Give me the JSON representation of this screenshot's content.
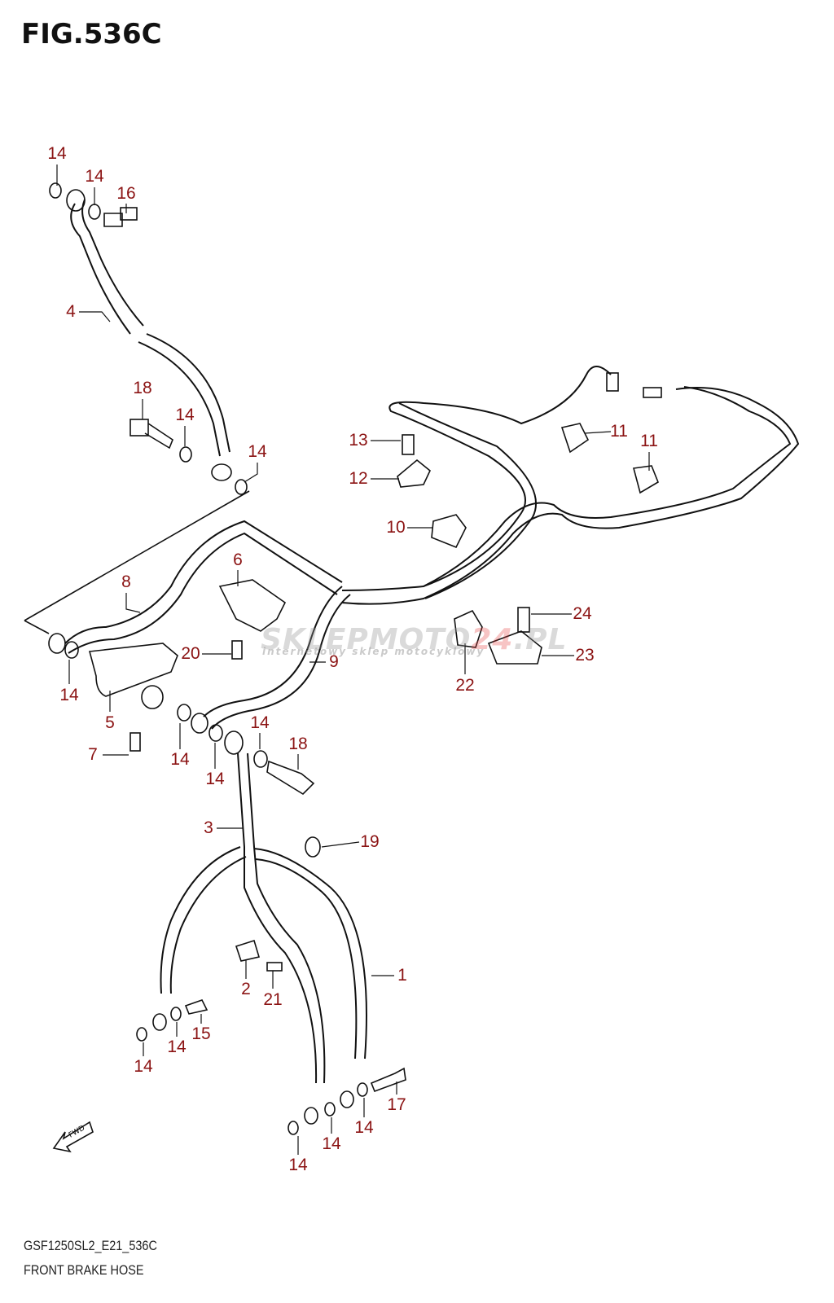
{
  "title": "FIG.536C",
  "footer": {
    "model_code": "GSF1250SL2_E21_536C",
    "caption": "FRONT BRAKE HOSE"
  },
  "watermark": {
    "logo_text": "SKLEPMOTO24.PL",
    "tagline": "internetowy sklep motocyklowy"
  },
  "fwd_label": "FWD",
  "callouts": [
    "14",
    "14",
    "16",
    "4",
    "18",
    "14",
    "14",
    "13",
    "12",
    "11",
    "11",
    "10",
    "6",
    "8",
    "24",
    "20",
    "23",
    "9",
    "22",
    "14",
    "5",
    "14",
    "18",
    "7",
    "14",
    "14",
    "3",
    "19",
    "1",
    "2",
    "21",
    "15",
    "14",
    "14",
    "17",
    "14",
    "14",
    "14"
  ],
  "colors": {
    "callout": "#8b1313",
    "line": "#111111"
  }
}
